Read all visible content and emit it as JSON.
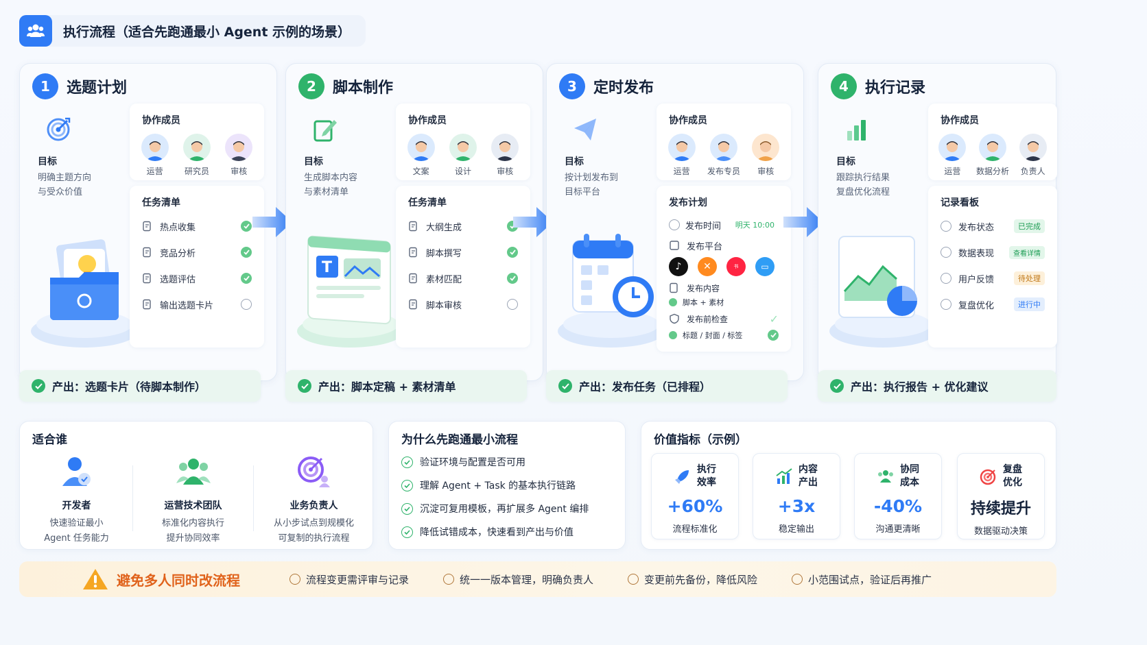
{
  "header": {
    "title": "执行流程（适合先跑通最小 Agent 示例的场景）",
    "icon": "users-icon"
  },
  "colors": {
    "blue": "#2f7bf5",
    "green": "#2fb36b",
    "orange": "#e0621b"
  },
  "labels": {
    "goal": "目标",
    "members": "协作成员",
    "tasks": "任务清单",
    "plan": "发布计划",
    "board": "记录看板"
  },
  "steps": [
    {
      "num": "1",
      "title": "选题计划",
      "color": "#2f7bf5",
      "goal_lines": [
        "明确主题方向",
        "与受众价值"
      ],
      "members": [
        "运营",
        "研究员",
        "审核"
      ],
      "tasks": [
        {
          "text": "热点收集",
          "done": true
        },
        {
          "text": "竞品分析",
          "done": true
        },
        {
          "text": "选题评估",
          "done": true
        },
        {
          "text": "输出选题卡片",
          "done": false
        }
      ],
      "output": "产出：选题卡片（待脚本制作）"
    },
    {
      "num": "2",
      "title": "脚本制作",
      "color": "#2fb36b",
      "goal_lines": [
        "生成脚本内容",
        "与素材清单"
      ],
      "members": [
        "文案",
        "设计",
        "审核"
      ],
      "tasks": [
        {
          "text": "大纲生成",
          "done": true
        },
        {
          "text": "脚本撰写",
          "done": true
        },
        {
          "text": "素材匹配",
          "done": true
        },
        {
          "text": "脚本审核",
          "done": false
        }
      ],
      "output": "产出：脚本定稿 + 素材清单"
    },
    {
      "num": "3",
      "title": "定时发布",
      "color": "#2f7bf5",
      "goal_lines": [
        "按计划发布到",
        "目标平台"
      ],
      "members": [
        "运营",
        "发布专员",
        "审核"
      ],
      "plan": {
        "time_label": "发布时间",
        "time_value": "明天 10:00",
        "platform_label": "发布平台",
        "platforms": [
          "抖音",
          "快手",
          "小红书",
          "哔哩哔哩"
        ],
        "content_label": "发布内容",
        "content_value": "脚本 + 素材",
        "check_label": "发布前检查",
        "check_value": "标题 / 封面 / 标签"
      },
      "output": "产出：发布任务（已排程）"
    },
    {
      "num": "4",
      "title": "执行记录",
      "color": "#2fb36b",
      "goal_lines": [
        "跟踪执行结果",
        "复盘优化流程"
      ],
      "members": [
        "运营",
        "数据分析",
        "负责人"
      ],
      "board": [
        {
          "text": "发布状态",
          "badge": "已完成"
        },
        {
          "text": "数据表现",
          "badge": "查看详情"
        },
        {
          "text": "用户反馈",
          "badge": "待处理"
        },
        {
          "text": "复盘优化",
          "badge": "进行中"
        }
      ],
      "output": "产出：执行报告 + 优化建议"
    }
  ],
  "who": {
    "title": "适合谁",
    "items": [
      {
        "name": "开发者",
        "desc": [
          "快速验证最小",
          "Agent 任务能力"
        ]
      },
      {
        "name": "运营技术团队",
        "desc": [
          "标准化内容执行",
          "提升协同效率"
        ]
      },
      {
        "name": "业务负责人",
        "desc": [
          "从小步试点到规模化",
          "可复制的执行流程"
        ]
      }
    ]
  },
  "why": {
    "title": "为什么先跑通最小流程",
    "items": [
      "验证环境与配置是否可用",
      "理解 Agent + Task 的基本执行链路",
      "沉淀可复用模板，再扩展多 Agent 编排",
      "降低试错成本，快速看到产出与价值"
    ]
  },
  "metrics": {
    "title": "价值指标（示例）",
    "items": [
      {
        "label": [
          "执行",
          "效率"
        ],
        "value": "+60%",
        "desc": "流程标准化",
        "color": "#2f7bf5"
      },
      {
        "label": [
          "内容",
          "产出"
        ],
        "value": "+3x",
        "desc": "稳定输出",
        "color": "#2f7bf5"
      },
      {
        "label": [
          "协同",
          "成本"
        ],
        "value": "-40%",
        "desc": "沟通更清晰",
        "color": "#2f7bf5"
      },
      {
        "label": [
          "复盘",
          "优化"
        ],
        "value": "持续提升",
        "desc": "数据驱动决策",
        "color": "#15233b"
      }
    ]
  },
  "warning": {
    "title": "避免多人同时改流程",
    "items": [
      "流程变更需评审与记录",
      "统一一版本管理，明确负责人",
      "变更前先备份，降低风险",
      "小范围试点，验证后再推广"
    ]
  }
}
